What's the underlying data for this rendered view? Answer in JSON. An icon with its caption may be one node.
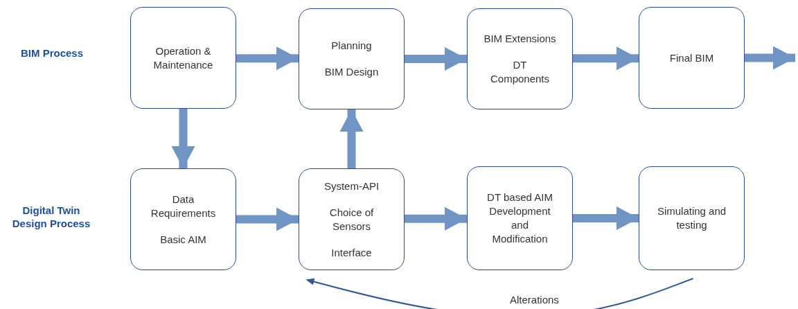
{
  "diagram": {
    "nodes": [
      {
        "text": [
          "Operation & Maintenance"
        ]
      },
      {
        "text": [
          "Planning",
          "BIM Design"
        ]
      },
      {
        "text": [
          "BIM Extensions",
          "DT Components"
        ]
      },
      {
        "text": [
          "Final BIM"
        ]
      },
      {
        "text": [
          "Data Requirements",
          "Basic AIM"
        ]
      },
      {
        "text": [
          "System-API",
          "Choice of Sensors",
          "Interface"
        ]
      },
      {
        "text": [
          "DT based AIM Development and Modification"
        ]
      },
      {
        "text": [
          "Simulating and testing"
        ]
      }
    ],
    "edges": [
      {
        "from": 0,
        "to": 1,
        "arrow": "to"
      },
      {
        "from": 1,
        "to": 2,
        "arrow": "to"
      },
      {
        "from": 2,
        "to": 3,
        "arrow": "to"
      },
      {
        "from": 3,
        "to": null,
        "arrow": "to"
      },
      {
        "from": 0,
        "to": 4,
        "arrow": "to"
      },
      {
        "from": 4,
        "to": 5,
        "arrow": "to"
      },
      {
        "from": 5,
        "to": 1,
        "arrow": "to"
      },
      {
        "from": 5,
        "to": 6,
        "arrow": "to"
      },
      {
        "from": 6,
        "to": 7,
        "arrow": "to"
      },
      {
        "from": 7,
        "to": 5,
        "arrow": "to",
        "label": "Alterations",
        "color": "#2f5597"
      }
    ],
    "labels": [
      "BIM Process",
      "Digital Twin Design Process"
    ]
  }
}
